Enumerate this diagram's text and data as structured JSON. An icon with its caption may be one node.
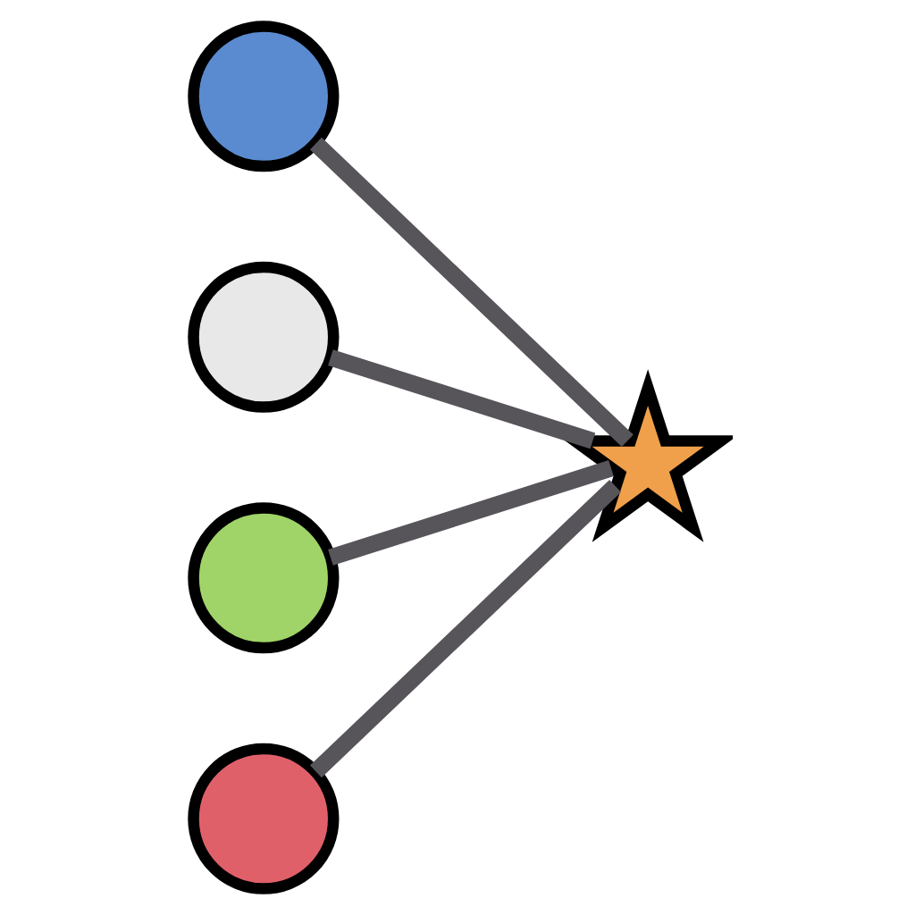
{
  "diagram": {
    "nodes": [
      {
        "text": [],
        "shape": "circle"
      },
      {
        "text": [],
        "shape": "circle"
      },
      {
        "text": [],
        "shape": "circle"
      },
      {
        "text": [],
        "shape": "circle"
      },
      {
        "text": [],
        "shape": "star"
      }
    ],
    "edges": [
      {
        "from": 0,
        "to": 4,
        "arrow": "none"
      },
      {
        "from": 1,
        "to": 4,
        "arrow": "none"
      },
      {
        "from": 2,
        "to": 4,
        "arrow": "none"
      },
      {
        "from": 3,
        "to": 4,
        "arrow": "none"
      }
    ]
  }
}
